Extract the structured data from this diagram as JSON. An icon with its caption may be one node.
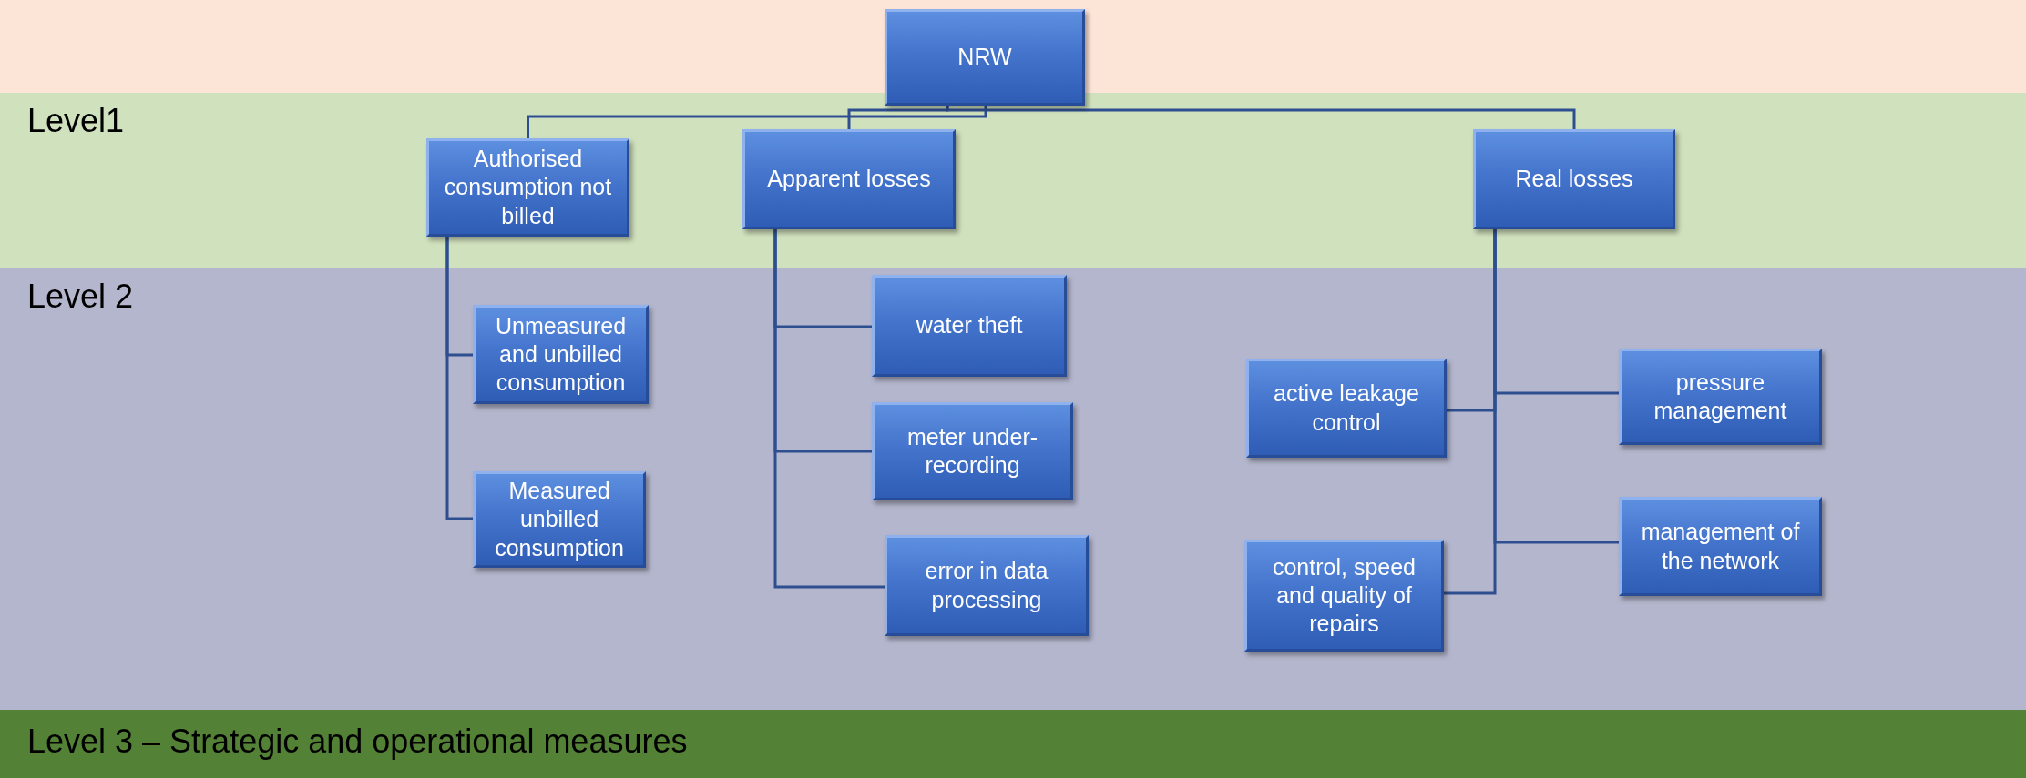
{
  "diagram": {
    "nodes": [
      {
        "text": [],
        "shape": "band"
      },
      {
        "text": [
          "NRW"
        ]
      },
      {
        "text": [
          "Level1"
        ]
      },
      {
        "text": [
          "Authorised consumption not billed"
        ],
        "in": 2
      },
      {
        "text": [
          "Apparent losses"
        ],
        "in": 2
      },
      {
        "text": [
          "Real losses"
        ],
        "in": 2
      },
      {
        "text": [
          "Level 2"
        ]
      },
      {
        "text": [
          "Unmeasured and unbilled consumption"
        ],
        "in": 6
      },
      {
        "text": [
          "Measured unbilled consumption"
        ],
        "in": 6
      },
      {
        "text": [
          "water theft"
        ],
        "in": 6
      },
      {
        "text": [
          "meter under-recording"
        ],
        "in": 6
      },
      {
        "text": [
          "error in data processing"
        ],
        "in": 6
      },
      {
        "text": [
          "active leakage control"
        ],
        "in": 6
      },
      {
        "text": [
          "pressure management"
        ],
        "in": 6
      },
      {
        "text": [
          "management of the network"
        ],
        "in": 6
      },
      {
        "text": [
          "control, speed and quality of repairs"
        ],
        "in": 6
      },
      {
        "text": [
          "Level 3 – Strategic and operational measures"
        ]
      }
    ],
    "edges": [
      {
        "from": 1,
        "to": 3,
        "arrow": "none"
      },
      {
        "from": 1,
        "to": 4,
        "arrow": "none"
      },
      {
        "from": 1,
        "to": 5,
        "arrow": "none"
      },
      {
        "from": 3,
        "to": 7,
        "arrow": "none"
      },
      {
        "from": 3,
        "to": 8,
        "arrow": "none"
      },
      {
        "from": 4,
        "to": 9,
        "arrow": "none"
      },
      {
        "from": 4,
        "to": 10,
        "arrow": "none"
      },
      {
        "from": 4,
        "to": 11,
        "arrow": "none"
      },
      {
        "from": 5,
        "to": 12,
        "arrow": "none"
      },
      {
        "from": 5,
        "to": 13,
        "arrow": "none"
      },
      {
        "from": 5,
        "to": 14,
        "arrow": "none"
      },
      {
        "from": 5,
        "to": 15,
        "arrow": "none"
      }
    ]
  }
}
